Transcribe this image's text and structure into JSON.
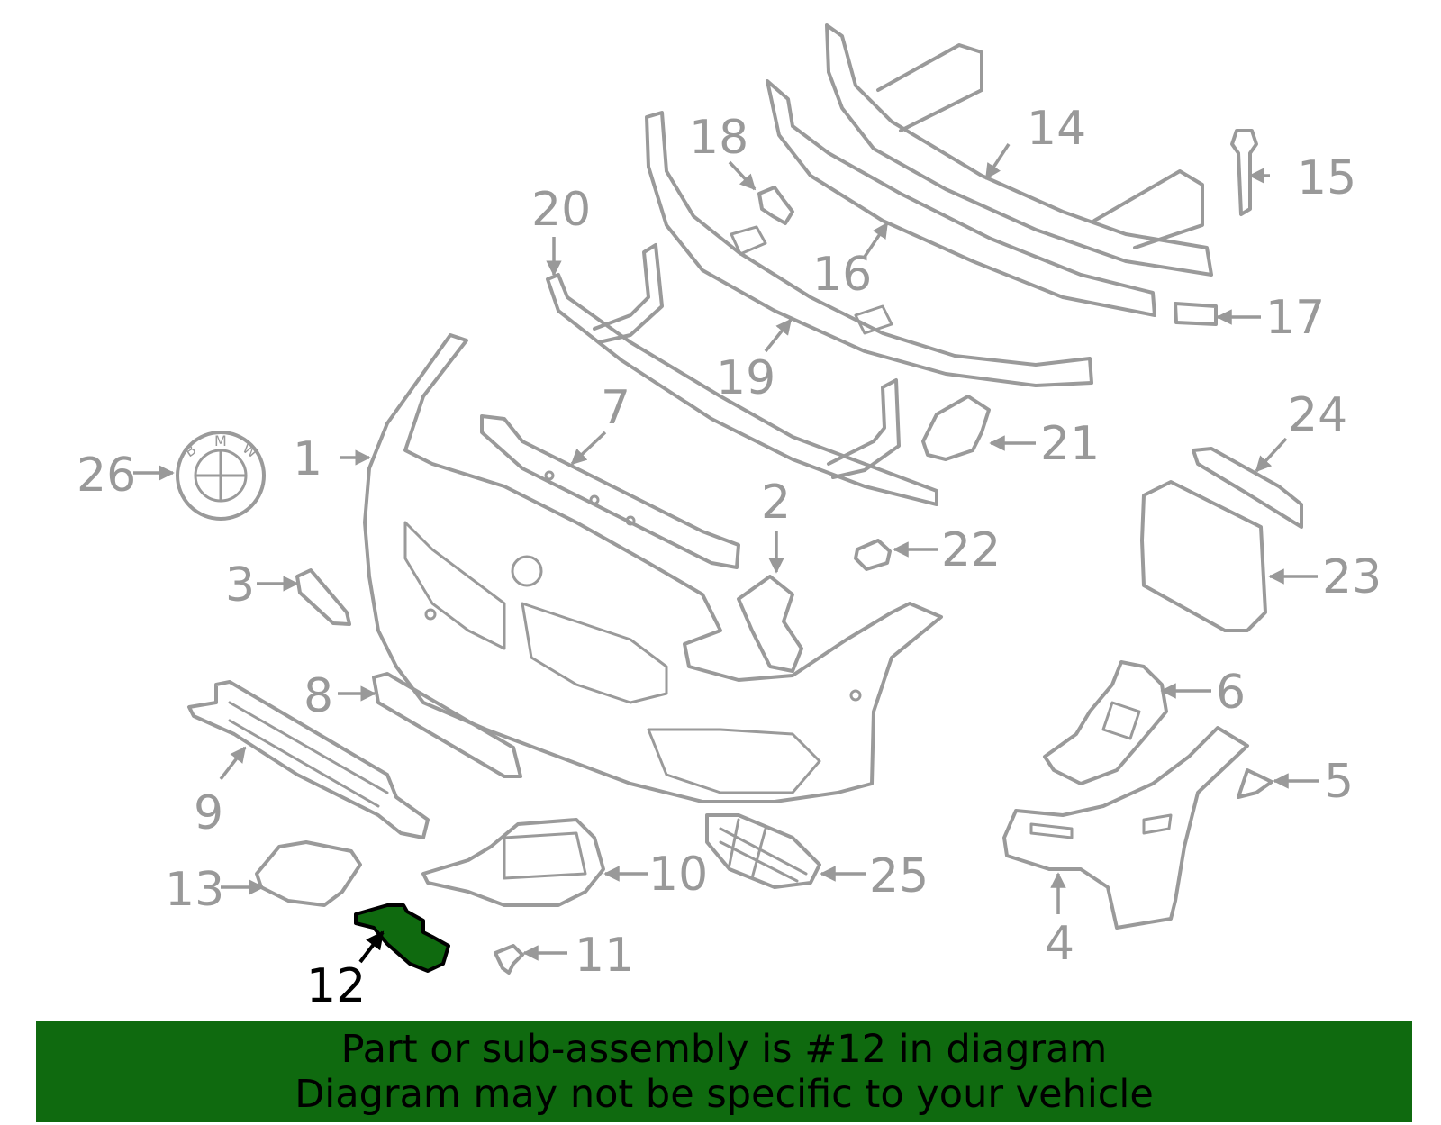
{
  "diagram": {
    "highlight_color": "#0f6a0f",
    "part_color": "#9a9a9a",
    "labels": {
      "l1": "1",
      "l2": "2",
      "l3": "3",
      "l4": "4",
      "l5": "5",
      "l6": "6",
      "l7": "7",
      "l8": "8",
      "l9": "9",
      "l10": "10",
      "l11": "11",
      "l12": "12",
      "l13": "13",
      "l14": "14",
      "l15": "15",
      "l16": "16",
      "l17": "17",
      "l18": "18",
      "l19": "19",
      "l20": "20",
      "l21": "21",
      "l22": "22",
      "l23": "23",
      "l24": "24",
      "l25": "25",
      "l26": "26"
    },
    "emblem_letters": [
      "B",
      "M",
      "W"
    ],
    "highlighted_part": "12"
  },
  "banner": {
    "line1": "Part or sub-assembly is #12 in diagram",
    "line2": "Diagram may not be specific to your vehicle"
  }
}
